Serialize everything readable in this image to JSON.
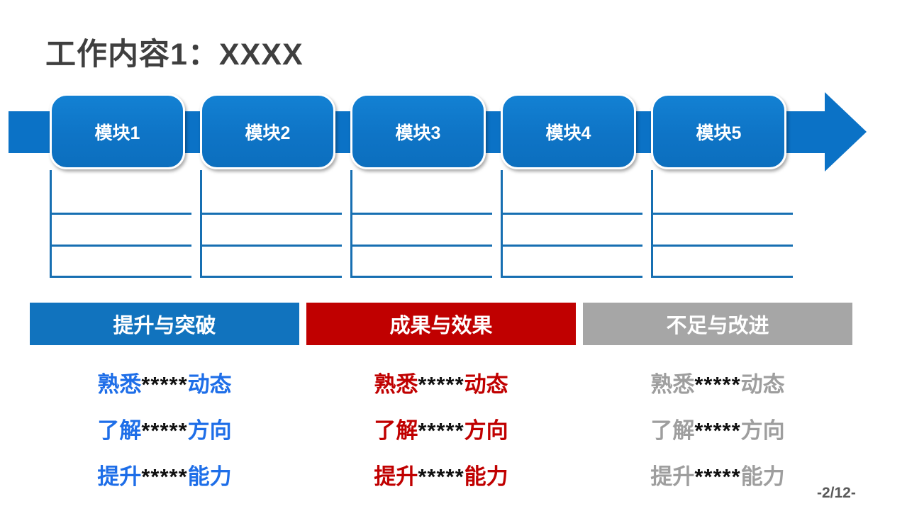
{
  "title": "工作内容1：XXXX",
  "modules": [
    {
      "label": "模块1"
    },
    {
      "label": "模块2"
    },
    {
      "label": "模块3"
    },
    {
      "label": "模块4"
    },
    {
      "label": "模块5"
    }
  ],
  "sections": [
    {
      "label": "提升与突破",
      "bar_color": "#1173be",
      "text_color": "#1e6ee8"
    },
    {
      "label": "成果与效果",
      "bar_color": "#c00000",
      "text_color": "#c00000"
    },
    {
      "label": "不足与改进",
      "bar_color": "#a6a6a6",
      "text_color": "#9e9e9e"
    }
  ],
  "rows": [
    {
      "prefix": "熟悉",
      "stars": "*****",
      "suffix": "动态"
    },
    {
      "prefix": "了解",
      "stars": "*****",
      "suffix": "方向"
    },
    {
      "prefix": "提升",
      "stars": "*****",
      "suffix": "能力"
    }
  ],
  "page_number": "-2/12-",
  "colors": {
    "box_blue": "#0f76c7",
    "arrow_blue": "#0b72c6",
    "line_blue": "#176fb2",
    "bar_blue": "#1173be",
    "bar_red": "#c00000",
    "bar_gray": "#a6a6a6",
    "text_blue": "#1e6ee8",
    "text_red": "#c00000",
    "text_gray": "#9e9e9e",
    "stars_black": "#111111",
    "title_gray": "#3f3f3f"
  }
}
